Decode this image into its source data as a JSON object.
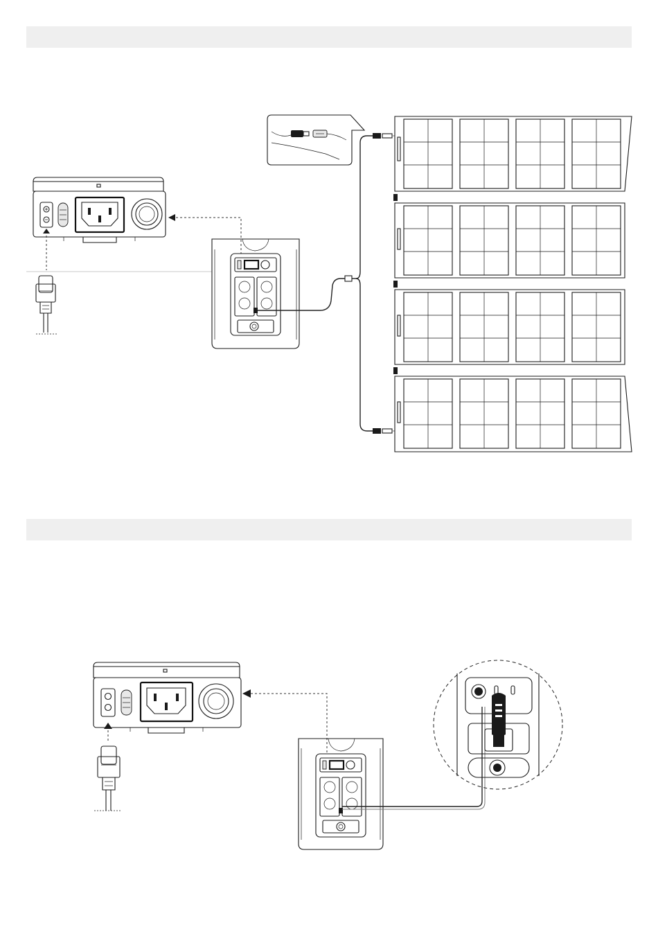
{
  "sections": [
    {
      "id": "solar-panels-connection",
      "title": ""
    },
    {
      "id": "car-charger-connection",
      "title": ""
    }
  ],
  "solar_array": {
    "panel_count": 4,
    "cells_per_panel_wide": 4
  },
  "colors": {
    "band": "#efefef",
    "line": "#1a1a1a",
    "background": "#ffffff"
  },
  "icons": [
    "ac-input-port-icon",
    "xt60-port-icon",
    "power-cable-plug-icon",
    "mc4-connector-icon",
    "car-outlet-plug-icon"
  ]
}
